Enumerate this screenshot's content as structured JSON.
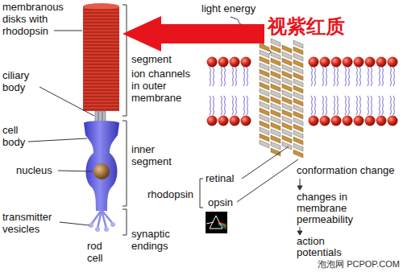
{
  "diagram": {
    "nodes": [
      {
        "text": [
          "视紫红质"
        ]
      }
    ],
    "labels": [
      "membranous disks with rhodopsin",
      "ciliary body",
      "cell body",
      "nucleus",
      "transmitter vesicles",
      "rod cell",
      "segment",
      "ion channels in outer membrane",
      "inner segment",
      "synaptic endings",
      "light energy",
      "rhodopsin",
      "retinal",
      "opsin",
      "conformation change",
      "changes in membrane permeability",
      "action potentials",
      "泡泡网 PCPOP.COM"
    ]
  }
}
